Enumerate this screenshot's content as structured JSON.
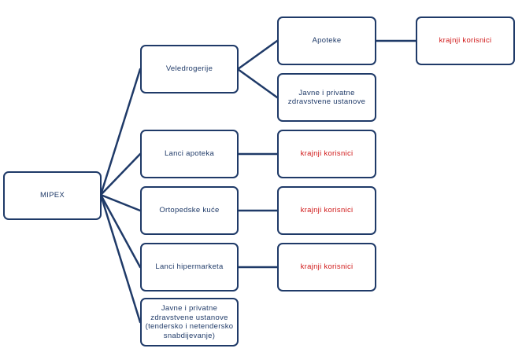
{
  "colors": {
    "box_border": "#1f3a68",
    "text": "#1f3a68",
    "end_user_text": "#d01818",
    "connector": "#1f3a68"
  },
  "root": {
    "label": "MIPEX"
  },
  "branches": [
    {
      "label": "Veledrogerije",
      "children": [
        {
          "label": "Apoteke",
          "children": [
            {
              "label": "krajnji korisnici"
            }
          ]
        },
        {
          "label": "Javne i privatne zdravstvene ustanove"
        }
      ]
    },
    {
      "label": "Lanci apoteka",
      "children": [
        {
          "label": "krajnji korisnici"
        }
      ]
    },
    {
      "label": "Ortopedske kuće",
      "children": [
        {
          "label": "krajnji korisnici"
        }
      ]
    },
    {
      "label": "Lanci hipermarketa",
      "children": [
        {
          "label": "krajnji korisnici"
        }
      ]
    },
    {
      "label": "Javne i privatne zdravstvene ustanove (tendersko i netendersko snabdijevanje)"
    }
  ]
}
